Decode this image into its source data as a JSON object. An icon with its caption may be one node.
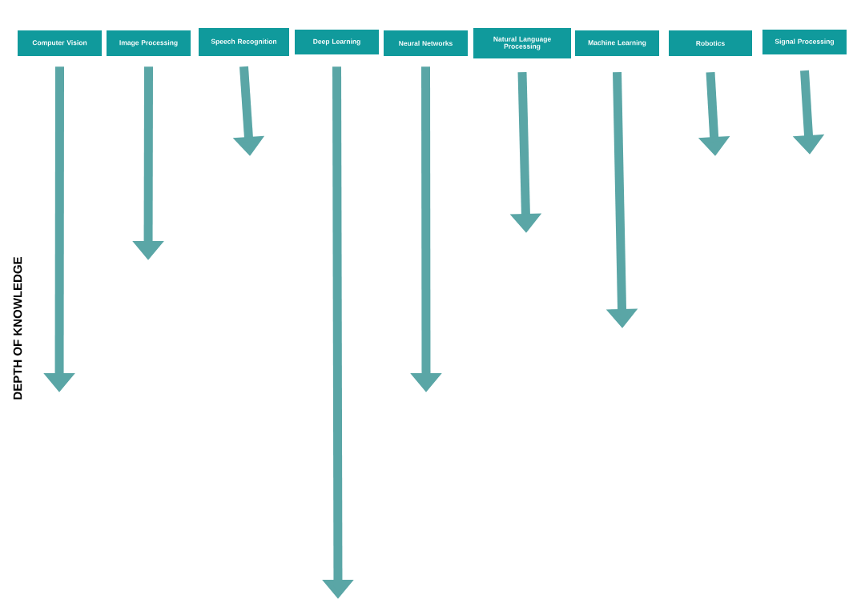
{
  "diagram": {
    "nodes": [
      {
        "text": [
          "Computer Vision"
        ]
      },
      {
        "text": [
          "Image Processing"
        ]
      },
      {
        "text": [
          "Speech Recognition"
        ]
      },
      {
        "text": [
          "Deep Learning"
        ]
      },
      {
        "text": [
          "Neural Networks"
        ]
      },
      {
        "text": [
          "Natural Language Processing"
        ]
      },
      {
        "text": [
          "Machine Learning"
        ]
      },
      {
        "text": [
          "Robotics"
        ]
      },
      {
        "text": [
          "Signal Processing"
        ]
      }
    ],
    "edges": [
      {
        "from": 0,
        "to": null,
        "arrow": "to"
      },
      {
        "from": 1,
        "to": null,
        "arrow": "to"
      },
      {
        "from": 2,
        "to": null,
        "arrow": "to"
      },
      {
        "from": 3,
        "to": null,
        "arrow": "to"
      },
      {
        "from": 4,
        "to": null,
        "arrow": "to"
      },
      {
        "from": 5,
        "to": null,
        "arrow": "to"
      },
      {
        "from": 6,
        "to": null,
        "arrow": "to"
      },
      {
        "from": 7,
        "to": null,
        "arrow": "to"
      },
      {
        "from": 8,
        "to": null,
        "arrow": "to"
      }
    ],
    "labels": [
      "DEPTH OF KNOWLEDGE"
    ]
  }
}
